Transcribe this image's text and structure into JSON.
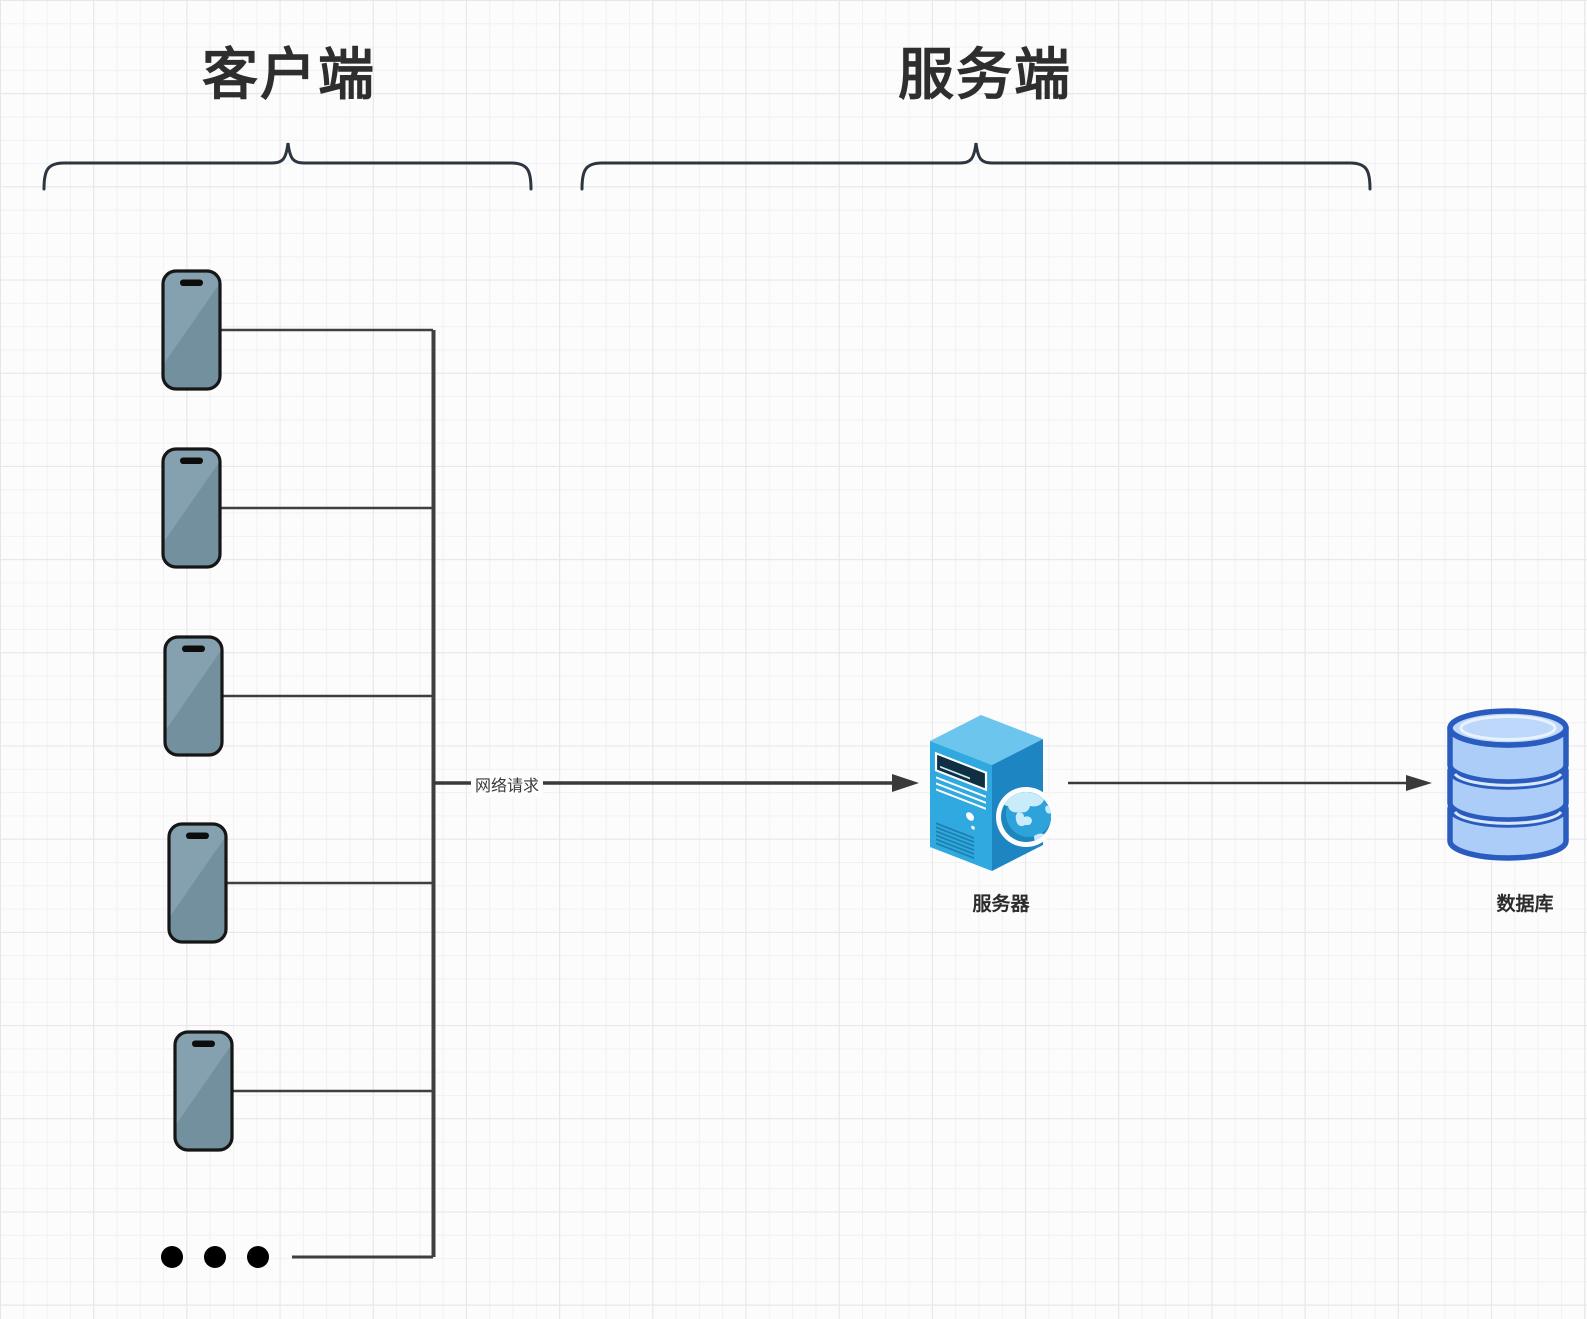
{
  "titles": {
    "client": "客户端",
    "server": "服务端"
  },
  "nodes": {
    "server": {
      "label": "服务器",
      "icon": "server-tower-icon"
    },
    "database": {
      "label": "数据库",
      "icon": "database-cylinder-icon"
    }
  },
  "client_section": {
    "device_icon": "smartphone-icon",
    "device_count": 5,
    "ellipsis_dot_count": 3
  },
  "edges": {
    "network_request": {
      "label": "网络请求",
      "from": "客户端",
      "to": "服务器"
    },
    "server_to_database": {
      "label": "",
      "from": "服务器",
      "to": "数据库"
    }
  },
  "colors": {
    "phone_fill_light": "#85A1B0",
    "phone_fill_dark": "#73909F",
    "phone_border": "#161616",
    "server_front": "#2FA9E0",
    "server_side": "#1D86C2",
    "server_top": "#6BC5EC",
    "database_fill": "#ABCDF7",
    "database_top_fill": "#BDD8FA",
    "database_stroke": "#2A5CC0",
    "connector_line": "#3f3f3f",
    "brace": "#2b3640",
    "title_text": "#2e2e2e"
  }
}
